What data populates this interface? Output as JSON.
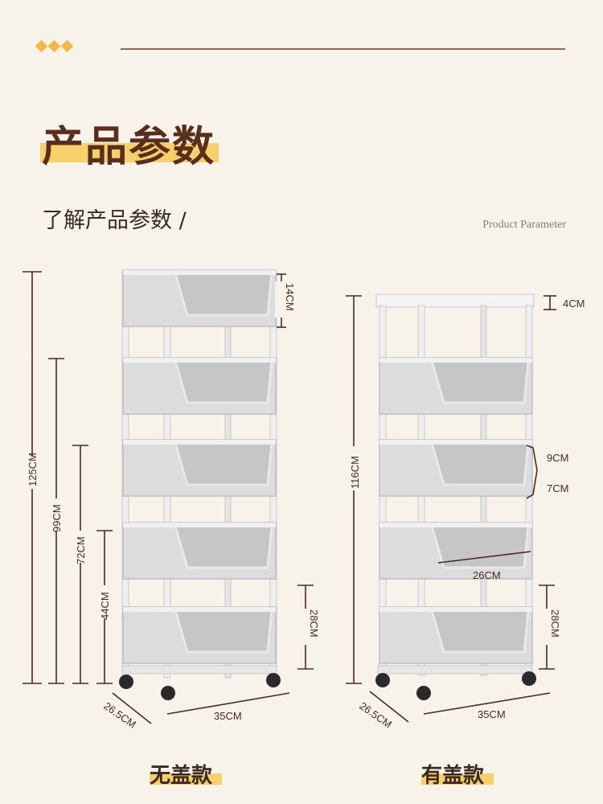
{
  "header": {
    "title": "产品参数",
    "subtitle": "了解产品参数 /",
    "english_label": "Product Parameter"
  },
  "left_product": {
    "caption": "无盖款",
    "dims": {
      "total_height": "125CM",
      "h_99": "99CM",
      "h_72": "72CM",
      "h_44": "44CM",
      "top_basket": "14CM",
      "bottom_basket": "28CM",
      "depth": "26.5CM",
      "width": "35CM"
    }
  },
  "right_product": {
    "caption": "有盖款",
    "dims": {
      "total_height": "116CM",
      "lid": "4CM",
      "upper": "9CM",
      "lower": "7CM",
      "basket_width": "26CM",
      "bottom_basket": "28CM",
      "depth": "26.5CM",
      "width": "35CM"
    }
  },
  "colors": {
    "background": "#f8f3ea",
    "accent": "#f7cf6b",
    "dimension_line": "#4a2a1e"
  }
}
